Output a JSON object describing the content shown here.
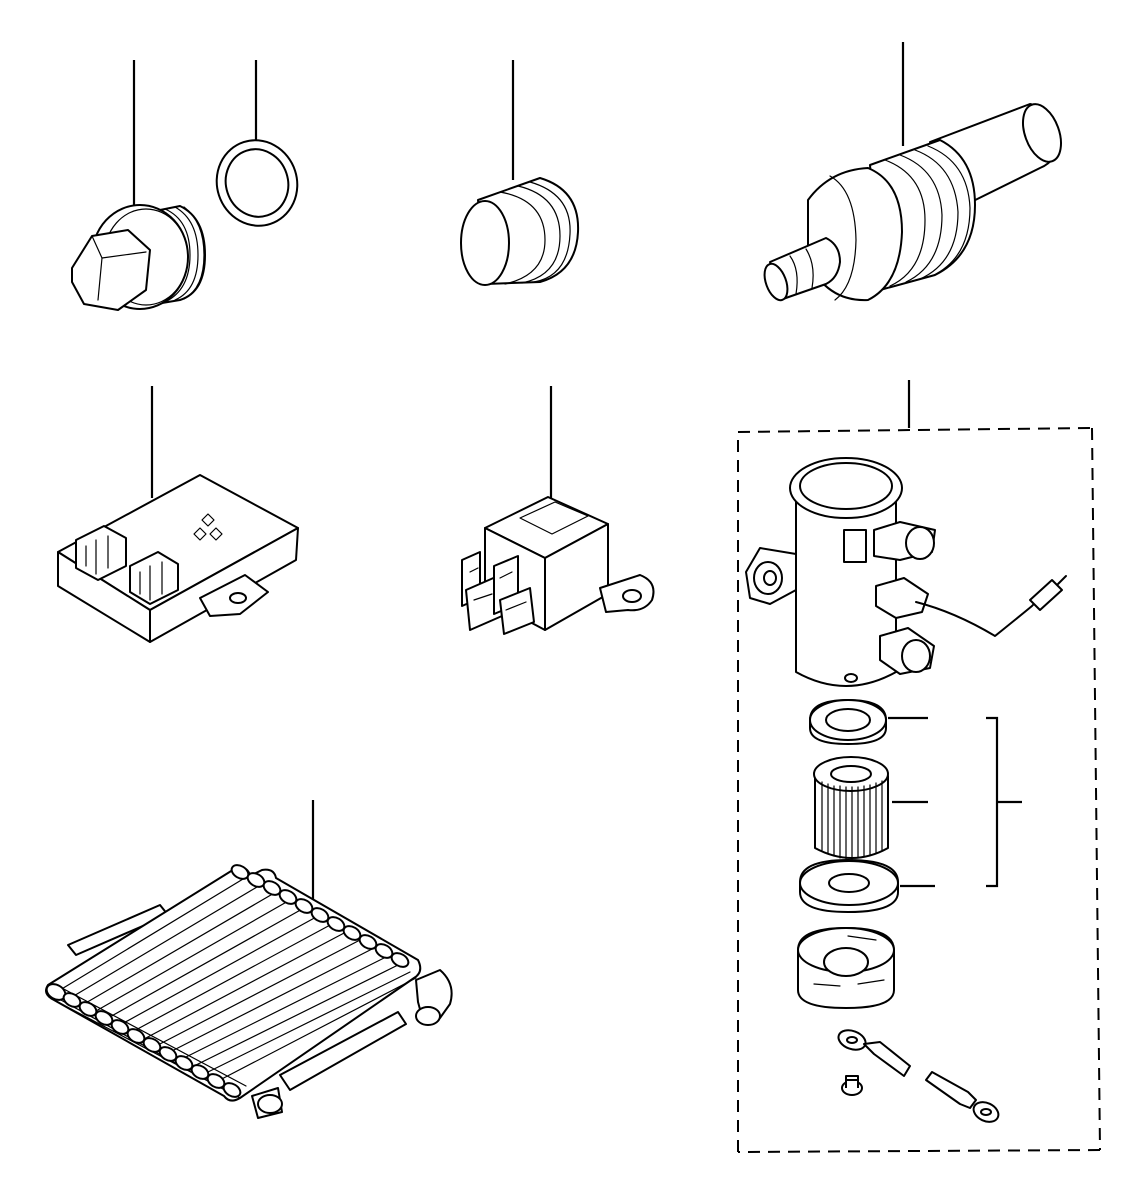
{
  "diagram": {
    "parts": [
      {
        "id": "drain-plug"
      },
      {
        "id": "gasket"
      },
      {
        "id": "plug-cap"
      },
      {
        "id": "temperature-sender"
      },
      {
        "id": "control-unit"
      },
      {
        "id": "relay"
      },
      {
        "id": "fuel-pump-assembly"
      },
      {
        "id": "oil-cooler"
      }
    ],
    "colors": {
      "stroke": "#000000",
      "background": "#ffffff"
    }
  }
}
